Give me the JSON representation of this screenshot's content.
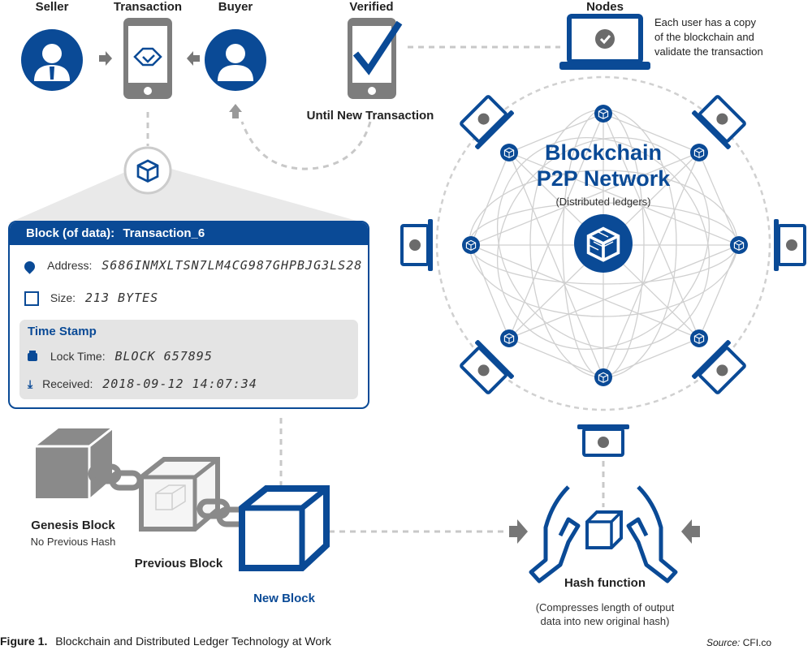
{
  "top": {
    "seller": "Seller",
    "transaction": "Transaction",
    "buyer": "Buyer",
    "verified": "Verified",
    "until_new": "Until New Transaction",
    "nodes": "Nodes",
    "nodes_note": [
      "Each user has a copy",
      "of the blockchain and",
      "validate the transaction"
    ]
  },
  "network": {
    "title_line1": "Blockchain",
    "title_line2": "P2P Network",
    "subtitle": "(Distributed ledgers)"
  },
  "block_card": {
    "header_prefix": "Block (of data):",
    "header_value": "Transaction_6",
    "address_label": "Address:",
    "address_value": "S686INMXLTSN7LM4CG987GHPBJG3LS28",
    "size_label": "Size:",
    "size_value": "213 BYTES",
    "time_stamp": "Time Stamp",
    "lock_label": "Lock Time:",
    "lock_value": "BLOCK 657895",
    "received_label": "Received:",
    "received_value": "2018-09-12 14:07:34"
  },
  "chain": {
    "genesis": "Genesis Block",
    "genesis_sub": "No Previous Hash",
    "previous": "Previous Block",
    "new_block": "New Block"
  },
  "hash": {
    "title": "Hash function",
    "desc_line1": "(Compresses length of output",
    "desc_line2": "data into new original hash)"
  },
  "footer": {
    "figure_label": "Figure 1.",
    "caption": "Blockchain and Distributed Ledger Technology at Work",
    "source_label": "Source:",
    "source_value": "CFI.co"
  },
  "colors": {
    "brand": "#0a4a96",
    "gray": "#8a8a8a",
    "light": "#d4d4d4"
  }
}
